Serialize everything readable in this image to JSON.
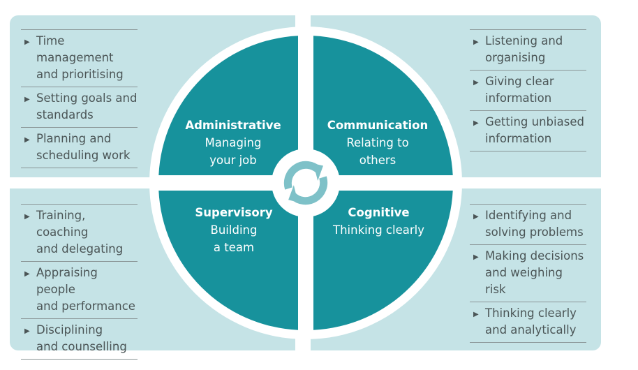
{
  "colors": {
    "panel": "#c5e3e6",
    "quadrant": "#17929c",
    "ring": "#ffffff",
    "text": "#4b5556",
    "cycle_arrows": "#7ec1c8"
  },
  "icons": {
    "center": "cycle-arrows-icon",
    "bullet": "triangle-right-icon"
  },
  "quadrants": {
    "administrative": {
      "title": "Administrative",
      "subtitle": [
        "Managing",
        "your job"
      ]
    },
    "communication": {
      "title": "Communication",
      "subtitle": [
        "Relating to",
        "others"
      ]
    },
    "supervisory": {
      "title": "Supervisory",
      "subtitle": [
        "Building",
        "a team"
      ]
    },
    "cognitive": {
      "title": "Cognitive",
      "subtitle": [
        "Thinking clearly"
      ]
    }
  },
  "lists": {
    "top_left": [
      [
        "Time",
        "management",
        "and prioritising"
      ],
      [
        "Setting goals and",
        "standards"
      ],
      [
        "Planning and",
        "scheduling work"
      ]
    ],
    "top_right": [
      [
        "Listening and",
        "organising"
      ],
      [
        "Giving clear",
        "information"
      ],
      [
        "Getting unbiased",
        "information"
      ]
    ],
    "bottom_left": [
      [
        "Training, coaching",
        "and delegating"
      ],
      [
        "Appraising people",
        "and performance"
      ],
      [
        "Disciplining",
        "and counselling"
      ]
    ],
    "bottom_right": [
      [
        "Identifying and",
        "solving problems"
      ],
      [
        "Making decisions",
        "and weighing risk"
      ],
      [
        "Thinking clearly",
        "and analytically"
      ]
    ]
  }
}
